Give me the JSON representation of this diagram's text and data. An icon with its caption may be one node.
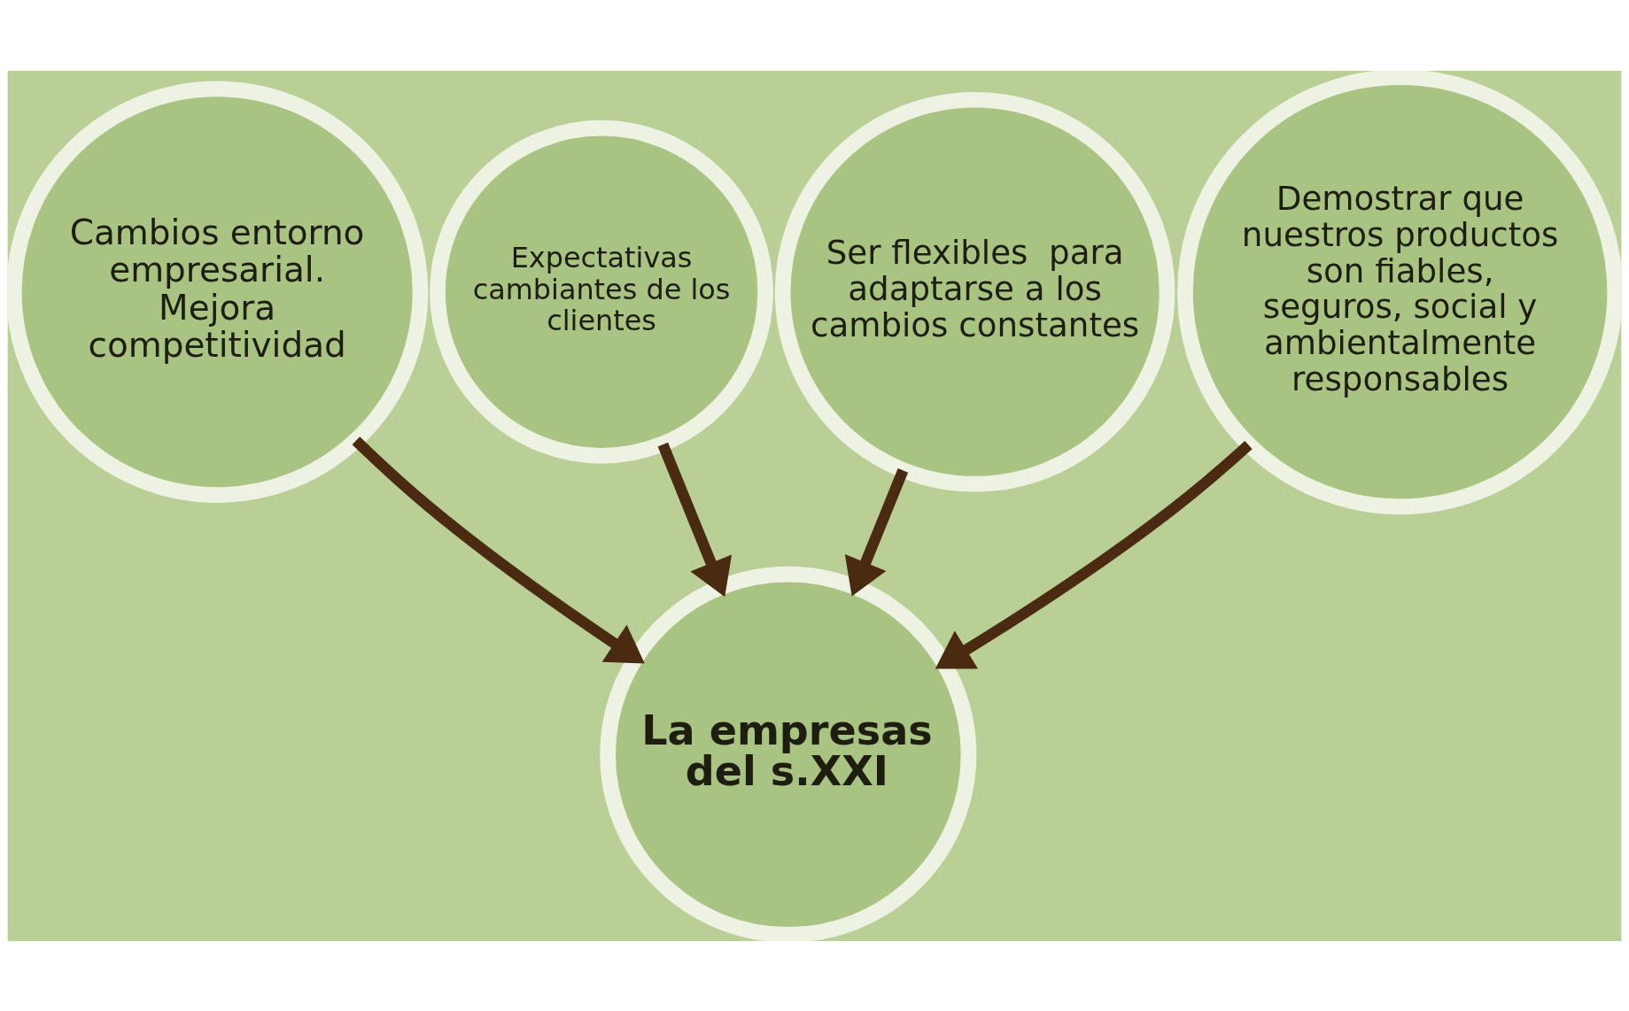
{
  "diagram": {
    "nodes": [
      {
        "text": [
          "Cambios entorno empresarial. Mejora competitividad"
        ]
      },
      {
        "text": [
          "Expectativas cambiantes de los clientes"
        ]
      },
      {
        "text": [
          "Ser flexibles  para adaptarse a los cambios constantes"
        ]
      },
      {
        "text": [
          "Demostrar que nuestros productos son fiables, seguros, social y ambientalmente responsables"
        ]
      },
      {
        "text": [
          "La empresas del s.XXI"
        ]
      }
    ],
    "edges": [
      {
        "from": 0,
        "to": 4,
        "arrow": "to"
      },
      {
        "from": 1,
        "to": 4,
        "arrow": "to"
      },
      {
        "from": 2,
        "to": 4,
        "arrow": "to"
      },
      {
        "from": 3,
        "to": 4,
        "arrow": "to"
      }
    ]
  }
}
